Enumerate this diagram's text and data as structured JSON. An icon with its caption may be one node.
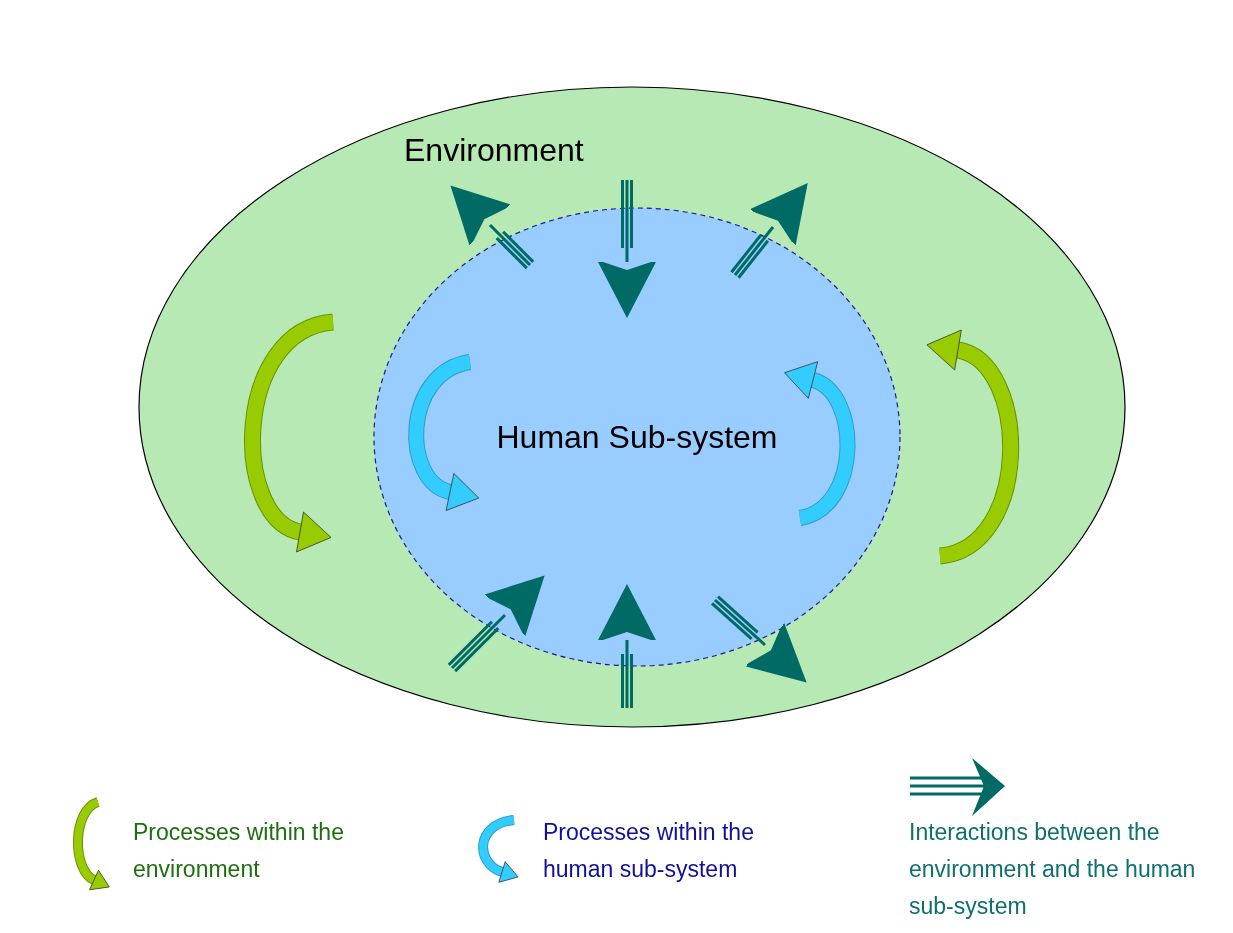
{
  "diagram": {
    "nodes": [
      {
        "text": [
          "Environment"
        ]
      },
      {
        "text": [
          "Human Sub-system"
        ],
        "in": 0
      }
    ],
    "legend": [
      {
        "text": "Processes within the environment"
      },
      {
        "text": "Processes within the human sub-system"
      },
      {
        "text": "Interactions between the environment and the human sub-system"
      }
    ]
  }
}
